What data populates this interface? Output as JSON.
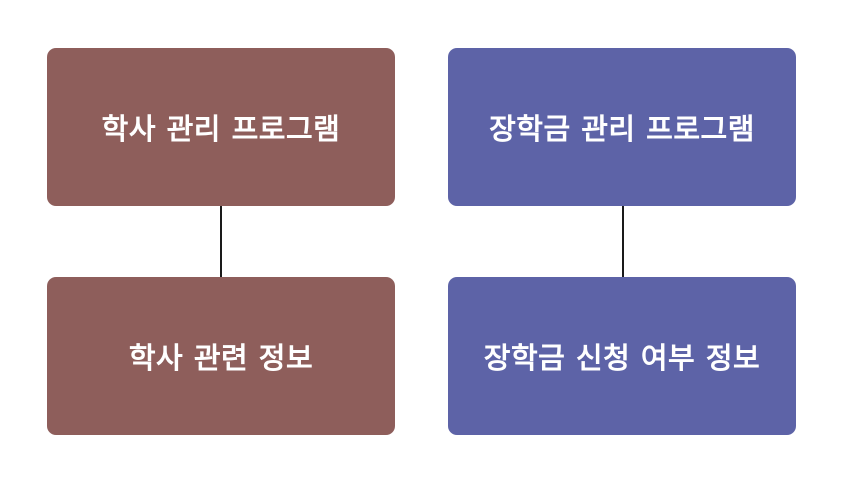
{
  "colors": {
    "left_column": "#8e5e5b",
    "right_column": "#5d63a7",
    "text": "#ffffff",
    "connector": "#1a1a1a",
    "background": "#ffffff"
  },
  "left_column": {
    "parent": "학사 관리 프로그램",
    "child": "학사 관련 정보"
  },
  "right_column": {
    "parent": "장학금 관리 프로그램",
    "child": "장학금 신청 여부 정보"
  }
}
